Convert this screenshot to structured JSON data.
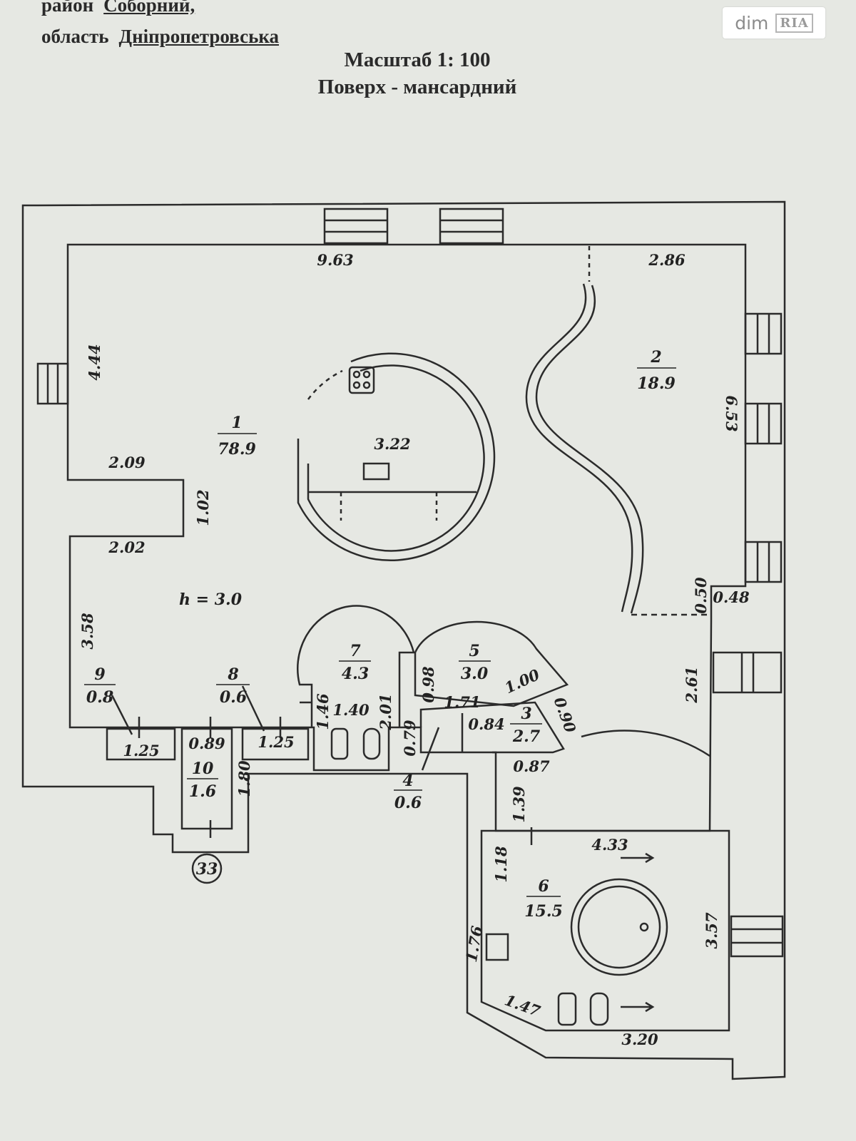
{
  "header": {
    "line1_label": "район",
    "line1_value": "Соборний,",
    "line2_label": "область",
    "line2_value": "Дніпропетровська",
    "scale": "Масштаб 1: 100",
    "floor": "Поверх - мансардний"
  },
  "logo": {
    "text": "dim",
    "badge": "RIA"
  },
  "plan": {
    "height_note": "h = 3.0",
    "stair_marker": "33",
    "rooms": [
      {
        "number": "1",
        "area": "78.9"
      },
      {
        "number": "2",
        "area": "18.9"
      },
      {
        "number": "3",
        "area": "2.7"
      },
      {
        "number": "4",
        "area": "0.6"
      },
      {
        "number": "5",
        "area": "3.0"
      },
      {
        "number": "6",
        "area": "15.5"
      },
      {
        "number": "7",
        "area": "4.3"
      },
      {
        "number": "8",
        "area": "0.6"
      },
      {
        "number": "9",
        "area": "0.8"
      },
      {
        "number": "10",
        "area": "1.6"
      }
    ],
    "dims": {
      "d963": "9.63",
      "d286": "2.86",
      "d444": "4.44",
      "d653": "6.53",
      "d322": "3.22",
      "d209": "2.09",
      "d102": "1.02",
      "d202": "2.02",
      "d358": "3.58",
      "d050": "0.50",
      "d048": "0.48",
      "d261": "2.61",
      "d098": "0.98",
      "d100": "1.00",
      "d171": "1.71",
      "d084": "0.84",
      "d090": "0.90",
      "d146": "1.46",
      "d140": "1.40",
      "d201": "2.01",
      "d079": "0.79",
      "d087": "0.87",
      "d125a": "1.25",
      "d089": "0.89",
      "d125b": "1.25",
      "d180": "1.80",
      "d139": "1.39",
      "d118": "1.18",
      "d433": "4.33",
      "d357": "3.57",
      "d176": "1.76",
      "d147": "1.47",
      "d320": "3.20"
    }
  }
}
